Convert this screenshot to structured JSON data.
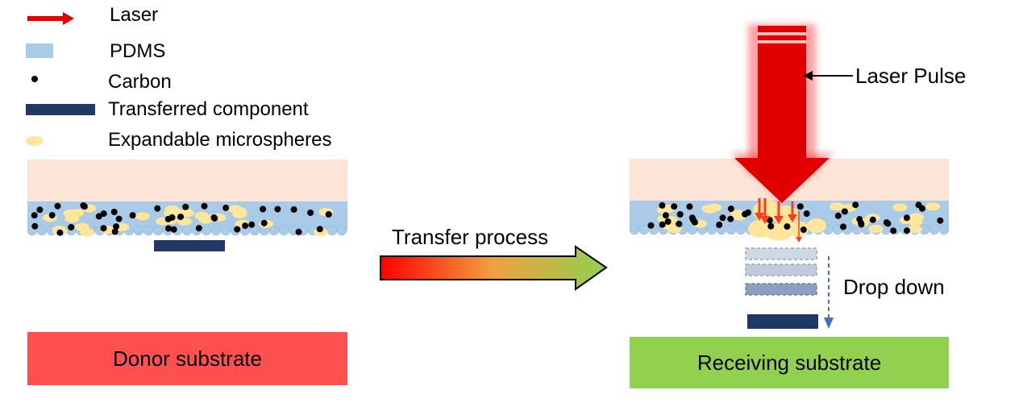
{
  "legend": {
    "laser": "Laser",
    "pdms": "PDMS",
    "carbon": "Carbon",
    "component": "Transferred component",
    "microspheres": "Expandable microspheres"
  },
  "labels": {
    "laser_pulse": "Laser Pulse",
    "transfer_process": "Transfer process",
    "drop_down": "Drop down",
    "donor_substrate": "Donor substrate",
    "receiving_substrate": "Receiving substrate"
  },
  "colors": {
    "laser": "#e00000",
    "pdms": "#a9cbe8",
    "carbon": "#000000",
    "component": "#1f3864",
    "microsphere": "#ffe69a",
    "top_layer": "#fce4d6",
    "donor": "#ff5050",
    "receiving": "#92d050",
    "arrow_start": "#ff0000",
    "arrow_end": "#92d050",
    "dashed_arrow": "#4472c4"
  }
}
